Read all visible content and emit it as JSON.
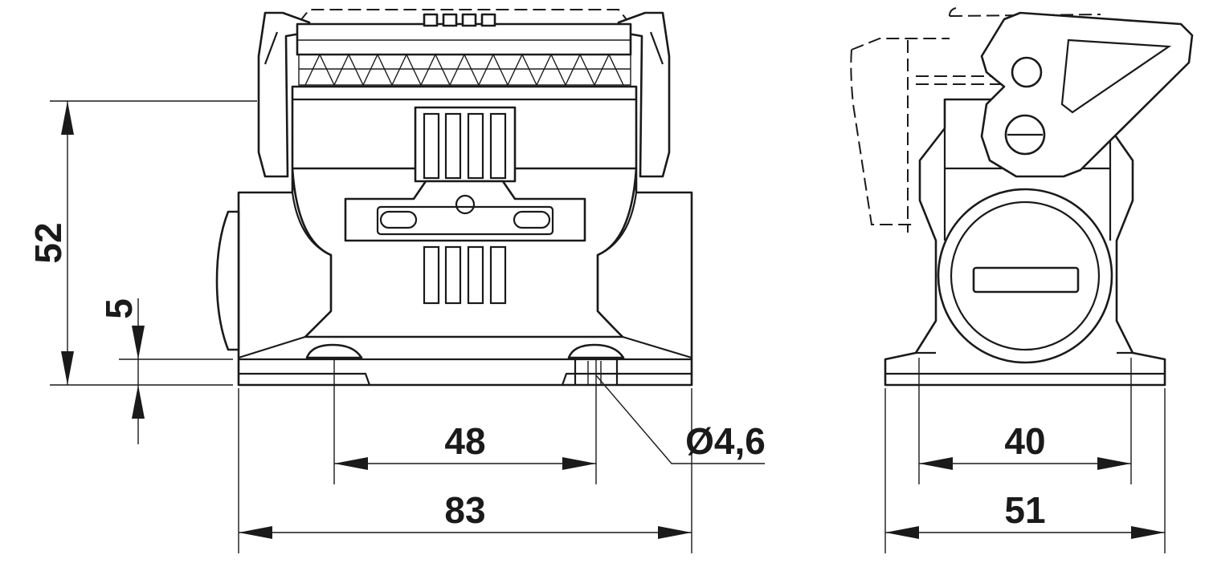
{
  "dimensions": {
    "height_52": "52",
    "offset_5": "5",
    "hole_spacing_48": "48",
    "hole_diameter": "Ø4,6",
    "width_83": "83",
    "hole_spacing_40": "40",
    "width_51": "51"
  },
  "colors": {
    "line": "#1a1a1a",
    "background": "#ffffff"
  }
}
